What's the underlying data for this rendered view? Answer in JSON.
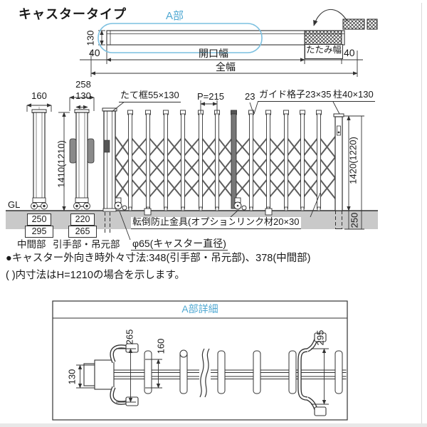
{
  "page": {
    "title": "キャスタータイプ",
    "accent_color": "#4fa8d2",
    "line_color": "#333333",
    "ground_color": "#c9c9c9"
  },
  "top_view": {
    "section_label": "A部",
    "dim_height": "130",
    "dim_left_offset": "40",
    "dim_opening": "開口幅",
    "dim_fold": "たたみ幅",
    "dim_right_offset": "40",
    "dim_total": "全幅"
  },
  "side_views": {
    "dim_middle_width": "160",
    "dim_handle_outer": "258",
    "dim_handle_width": "130",
    "dim_height": "1410(1210)",
    "gl_label": "GL",
    "middle": {
      "dim_inner": "250",
      "dim_outer": "295",
      "label": "中間部"
    },
    "handle": {
      "dim_inner": "220",
      "dim_outer": "265",
      "label": "引手部・吊元部"
    }
  },
  "elevation": {
    "label_stile": "たて框55×130",
    "label_pitch": "P=215",
    "label_slat_width": "23",
    "label_guide": "ガイド格子23×35",
    "label_post": "柱40×130",
    "dim_post_height": "1420(1220)",
    "dim_post_embed": "250",
    "label_bracket": "転倒防止金具(オプション)",
    "label_link": "リンク材20×30",
    "label_caster": "φ65(キャスター直径)"
  },
  "notes": {
    "line1": "●キャスター外向き時外々寸法:348(引手部・吊元部)、378(中間部)",
    "line2": "(  )内寸法はH=1210の場合を示します。"
  },
  "detail_box": {
    "title": "A部詳細",
    "dim_width": "130",
    "dim_hinge": "265",
    "dim_slat": "160",
    "dim_handle": "295"
  }
}
